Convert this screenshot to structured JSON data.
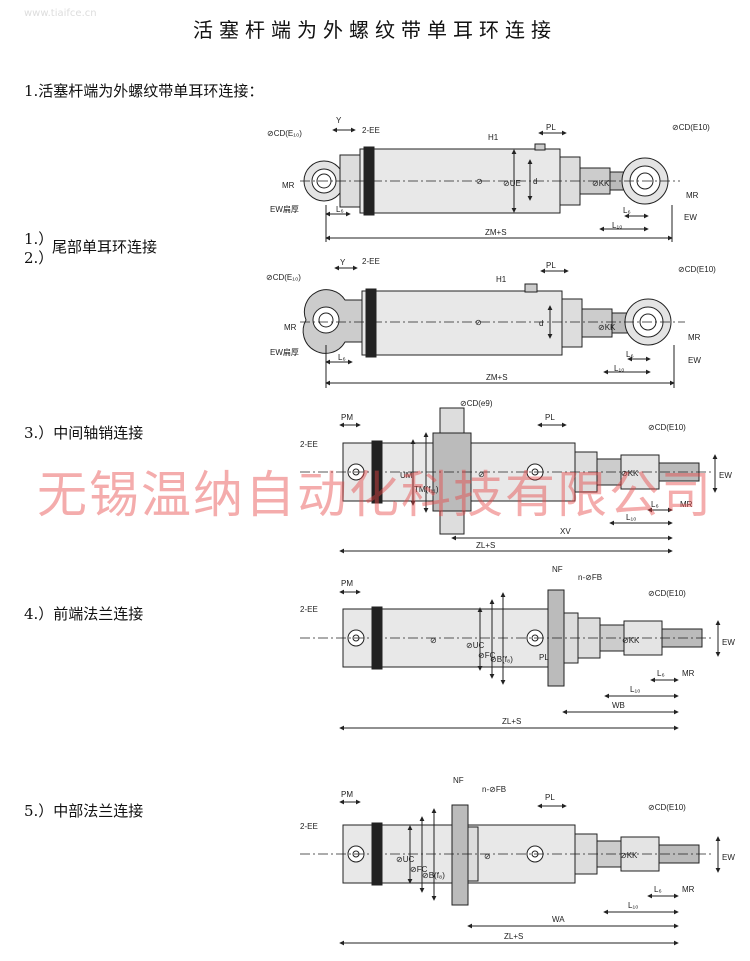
{
  "header": {
    "title": "活塞杆端为外螺纹带单耳环连接"
  },
  "watermark_faint": "www.tiaifce.cn",
  "watermark": "无锡温纳自动化科技有限公司",
  "section1": {
    "title": "1.活塞杆端为外螺纹带单耳环连接："
  },
  "rows": {
    "r12": {
      "num1": "1.）",
      "num2": "2.）",
      "name": "尾部单耳环连接"
    },
    "r3": {
      "name": "3.）中间轴销连接"
    },
    "r4": {
      "name": "4.）前端法兰连接"
    },
    "r5": {
      "name": "5.）中部法兰连接"
    }
  },
  "dims": {
    "cd_e10_left": "⊘CD(E₁₀)",
    "cd_e10": "⊘CD(E10)",
    "y": "Y",
    "ee2": "2-EE",
    "h1": "H1",
    "pl": "PL",
    "ue": "⊘UE",
    "d": "d",
    "phi": "⊘",
    "kk": "⊘KK",
    "mr": "MR",
    "ew": "EW",
    "ew_thick": "EW扁厚",
    "l6": "L₆",
    "l10": "L₁₀",
    "zm_s": "ZM+S",
    "zl_s": "ZL+S",
    "pm": "PM",
    "cd_e9": "⊘CD(e9)",
    "um": "UM",
    "tm": "TM(f₁₁)",
    "xv": "XV",
    "nf": "NF",
    "n_fb": "n-⊘FB",
    "uc": "⊘UC",
    "fc": "⊘FC",
    "b_f8": "⊘B(f₈)",
    "wb": "WB",
    "wa": "WA"
  }
}
